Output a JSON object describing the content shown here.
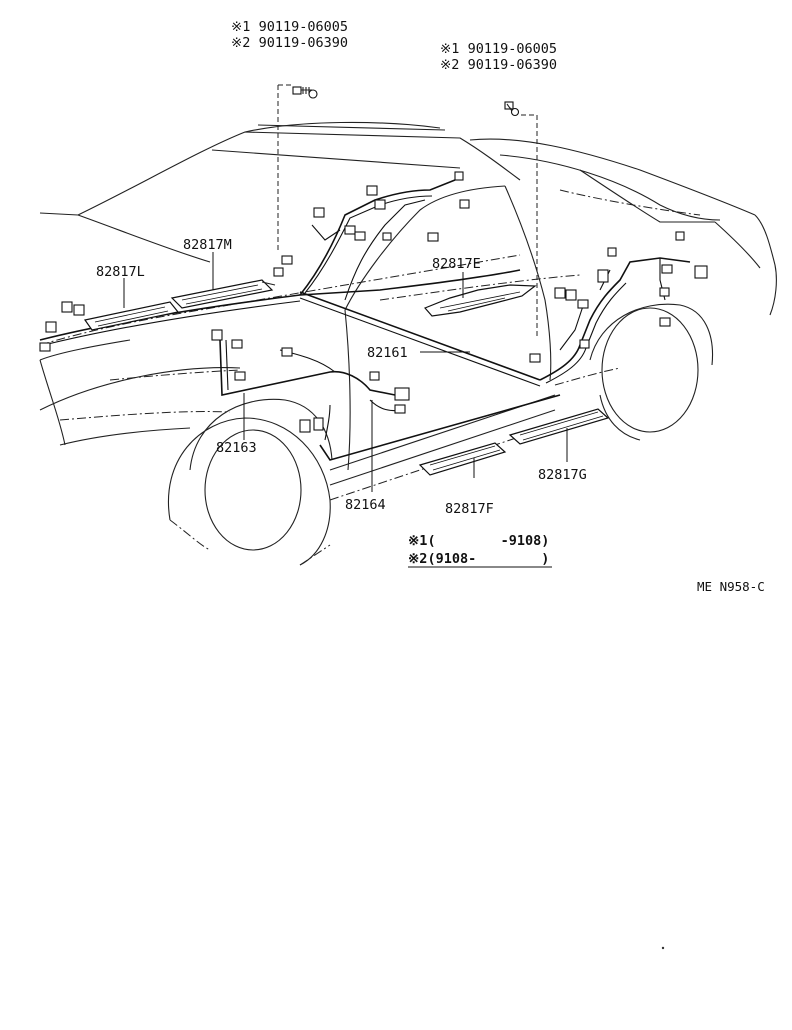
{
  "bolt_callouts_left": [
    "※1 90119-06005",
    "※2 90119-06390"
  ],
  "bolt_callouts_right": [
    "※1 90119-06005",
    "※2 90119-06390"
  ],
  "part_labels": {
    "p82817M": "82817M",
    "p82817L": "82817L",
    "p82817E": "82817E",
    "p82161": "82161",
    "p82163": "82163",
    "p82164": "82164",
    "p82817F": "82817F",
    "p82817G": "82817G"
  },
  "legend": {
    "note1": "※1(        -9108)",
    "note2": "※2(9108-        )"
  },
  "figure_code": "ME N958-C"
}
